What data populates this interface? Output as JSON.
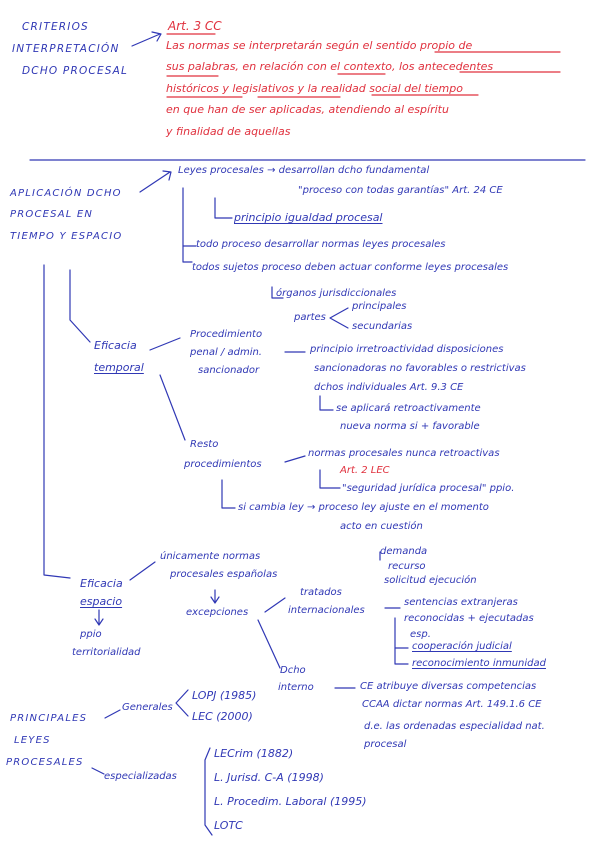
{
  "colors": {
    "ink_blue": "#3038b5",
    "ink_red": "#e0313e"
  },
  "criterios": {
    "heading": [
      "CRITERIOS",
      "INTERPRETACIÓN",
      "DCHO PROCESAL"
    ],
    "article": "Art. 3 CC",
    "body": [
      "Las normas se interpretarán según el sentido propio de",
      "sus palabras, en relación con el contexto, los antecedentes",
      "históricos y legislativos y la realidad social del tiempo",
      "en que han de ser aplicadas, atendiendo al espíritu",
      "y finalidad de aquellas"
    ]
  },
  "aplicacion": {
    "heading": [
      "APLICACIÓN DCHO",
      "PROCESAL EN",
      "TIEMPO Y ESPACIO"
    ],
    "leyes_procesales": "Leyes procesales → desarrollan dcho fundamental",
    "proceso_garantias": "\"proceso con todas garantías\" Art. 24 CE",
    "igualdad": "principio igualdad procesal",
    "todo_proceso": "todo proceso desarrollar normas leyes procesales",
    "todos_sujetos": "todos sujetos proceso deben actuar conforme leyes procesales",
    "organos": "órganos jurisdiccionales",
    "partes": "partes",
    "principales": "principales",
    "secundarias": "secundarias",
    "eficacia_temporal": [
      "Eficacia",
      "temporal"
    ],
    "proc_penal": [
      "Procedimiento",
      "penal / admin.",
      "sancionador"
    ],
    "irretro": [
      "principio irretroactividad disposiciones",
      "sancionadoras no favorables o restrictivas",
      "dchos individuales Art. 9.3 CE"
    ],
    "se_aplicara": [
      "se aplicará retroactivamente",
      "nueva norma si + favorable"
    ],
    "resto": [
      "Resto",
      "procedimientos"
    ],
    "normas_nunca": "normas procesales nunca retroactivas",
    "art2": "Art. 2 LEC",
    "seguridad": "\"seguridad jurídica procesal\" ppio.",
    "si_cambia": "si cambia ley → proceso ley ajuste en el momento",
    "acto": "acto en cuestión",
    "eficacia_espacio": [
      "Eficacia",
      "espacio"
    ],
    "ppio_territorialidad": [
      "ppio",
      "territorialidad"
    ],
    "unicamente": [
      "únicamente normas",
      "procesales españolas"
    ],
    "excepciones": "excepciones",
    "tratados": [
      "tratados",
      "internacionales"
    ],
    "sentencias": [
      "sentencias extranjeras",
      "reconocidas + ejecutadas",
      "esp."
    ],
    "cooperacion": "cooperación judicial",
    "inmunidad": "reconocimiento inmunidad",
    "demanda": [
      "demanda",
      "recurso",
      "solicitud ejecución"
    ],
    "dcho_interno": [
      "Dcho",
      "interno"
    ],
    "ce_atribuye": "CE atribuye diversas competencias",
    "ccaa": "CCAA dictar normas Art. 149.1.6 CE",
    "especialidades": [
      "d.e. las ordenadas especialidad nat.",
      "procesal"
    ]
  },
  "principales_leyes": {
    "heading": [
      "PRINCIPALES",
      "LEYES",
      "PROCESALES"
    ],
    "generales": "Generales",
    "lopj": "LOPJ (1985)",
    "lec": "LEC (2000)",
    "especializadas": "especializadas",
    "lecrim": "LECrim (1882)",
    "ljca": "L. Jurisd. C-A (1998)",
    "lrjs": "L. Procedim. Laboral (1995)",
    "lotc": "LOTC"
  }
}
